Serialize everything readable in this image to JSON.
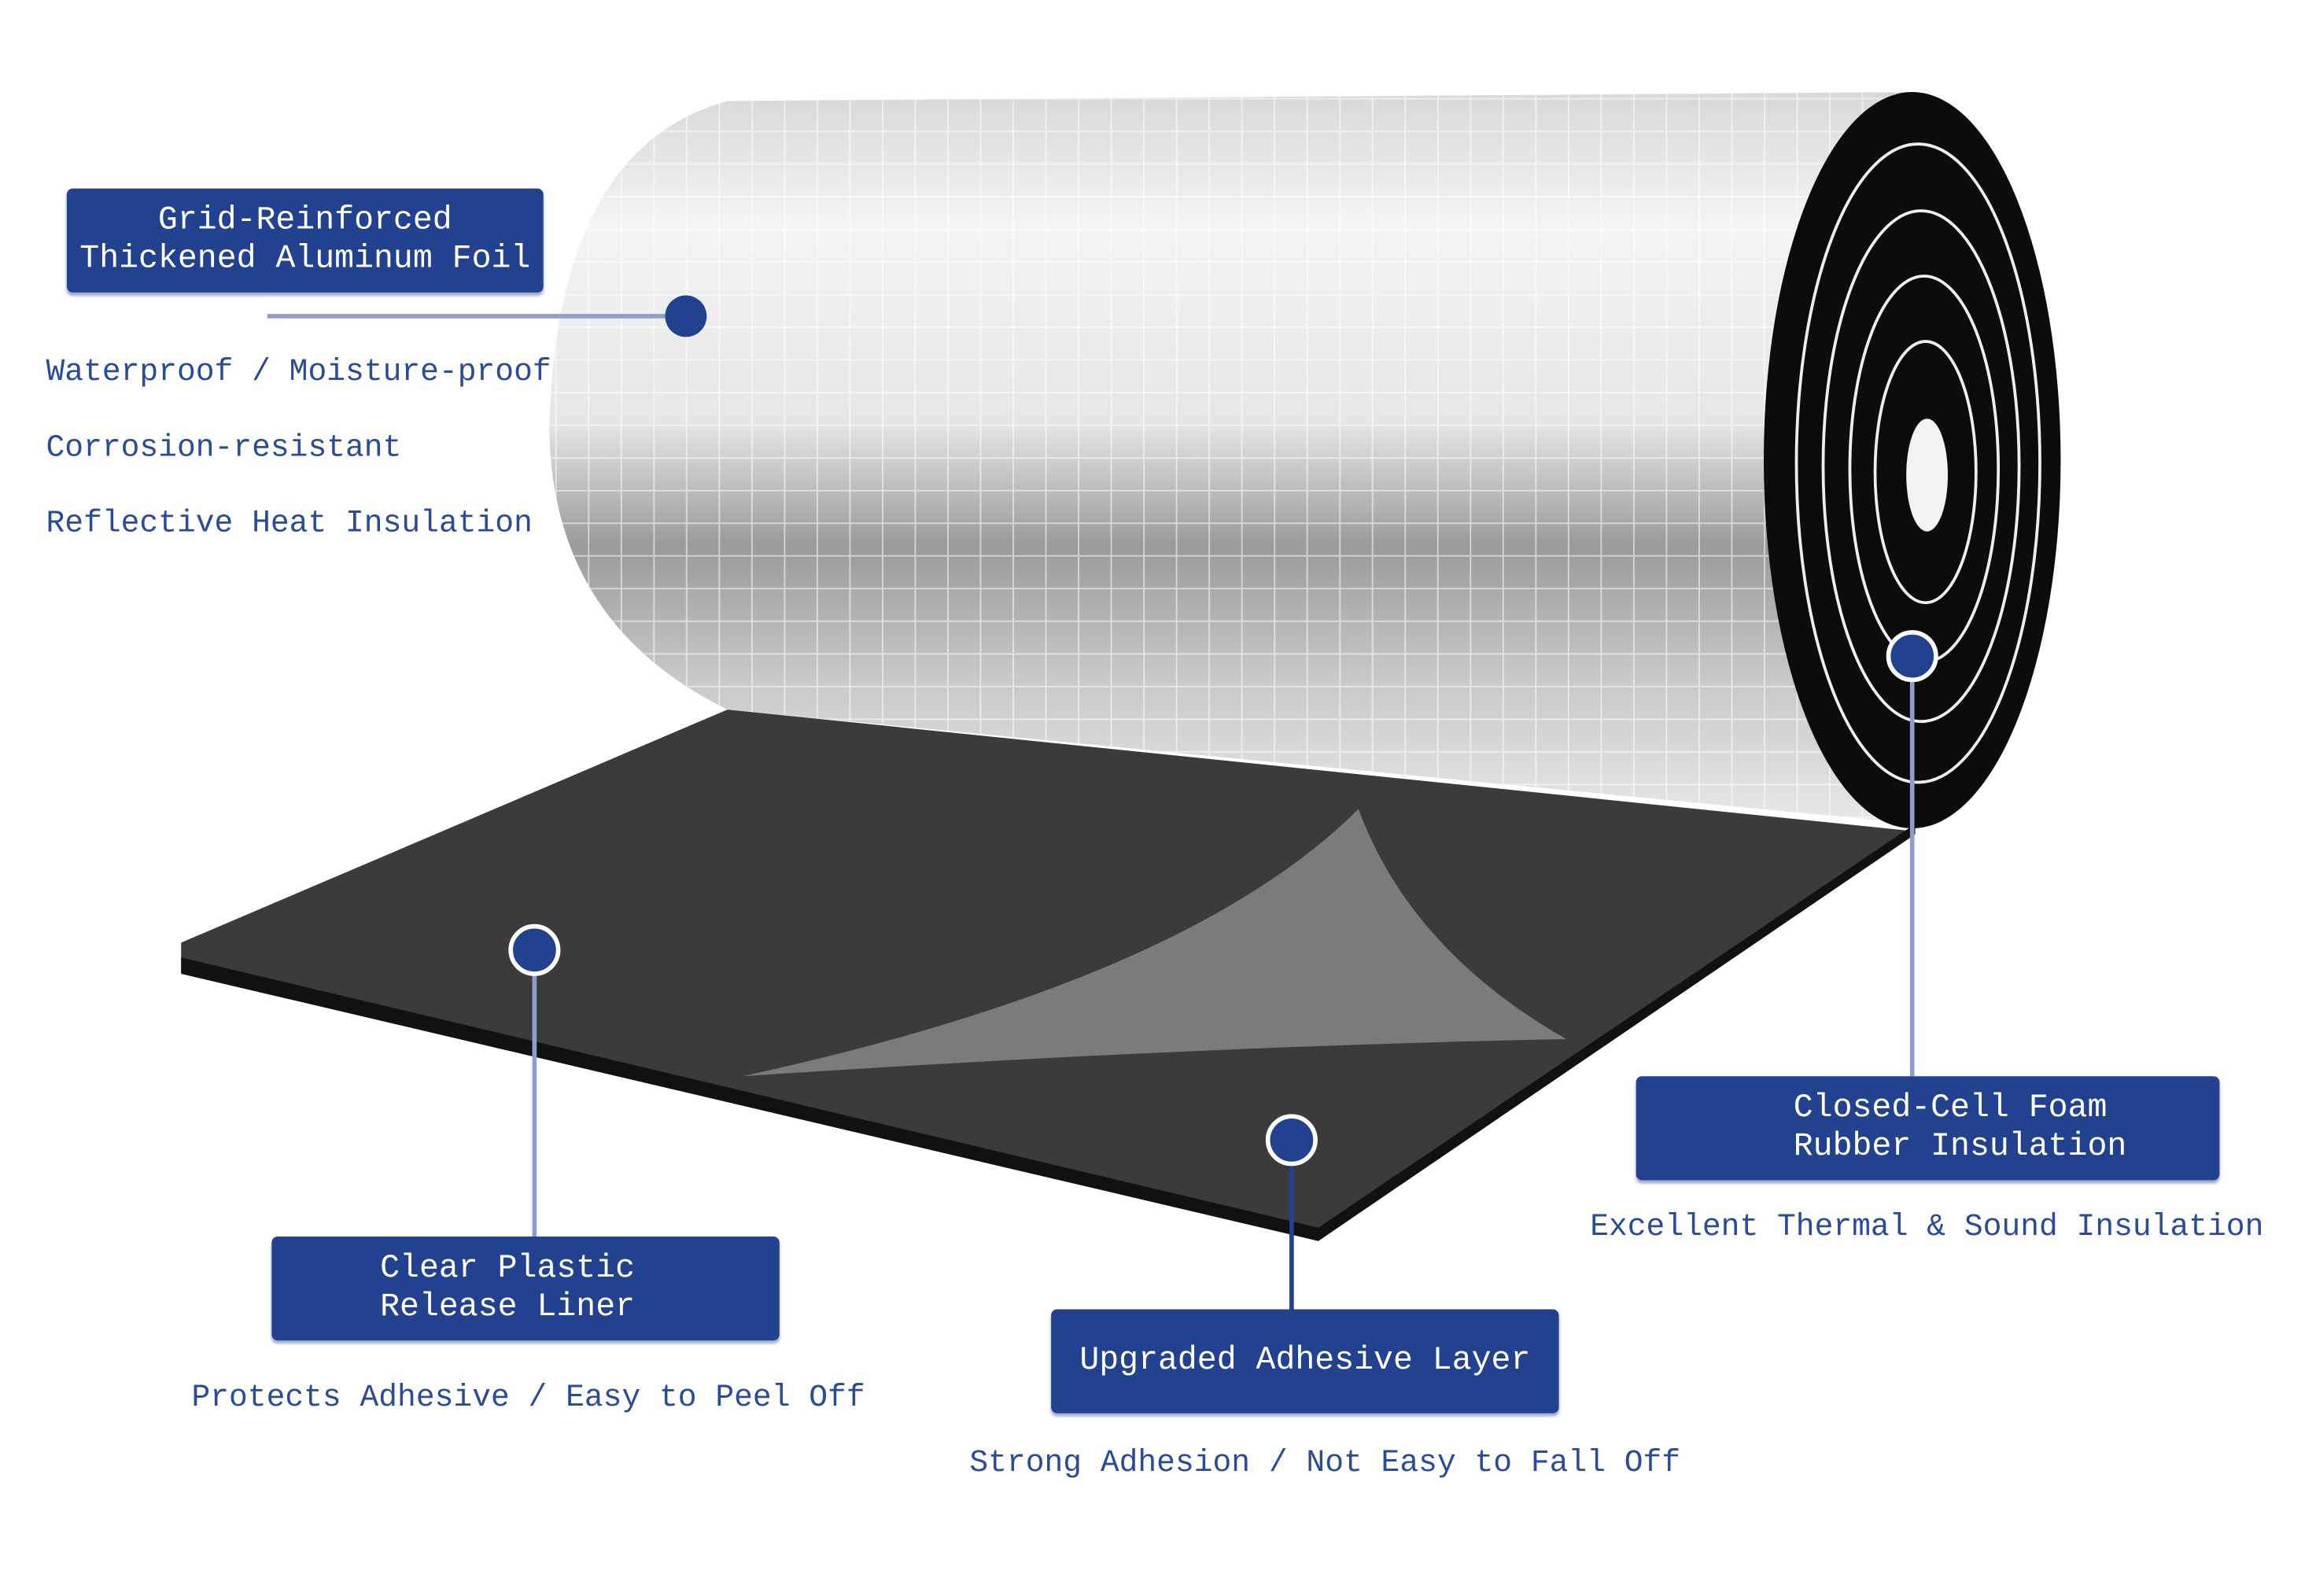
{
  "colors": {
    "label_bg": "#22418e",
    "text": "#2a4a9a",
    "leader_line": "#8e9ecb",
    "sheet": "#3a3a3a",
    "liner": "#7a7a7a"
  },
  "callouts": {
    "foil": {
      "title_lines": [
        "Grid-Reinforced",
        "Thickened Aluminum Foil"
      ],
      "features": [
        "Waterproof / Moisture-proof",
        "Corrosion-resistant",
        "Reflective Heat Insulation"
      ]
    },
    "foam": {
      "title_lines": [
        "Closed-Cell Foam",
        "Rubber Insulation"
      ],
      "features": [
        "Excellent Thermal & Sound Insulation"
      ]
    },
    "liner": {
      "title_lines": [
        "Clear Plastic",
        "Release Liner"
      ],
      "features": [
        "Protects Adhesive / Easy to Peel Off"
      ]
    },
    "adhesive": {
      "title_lines": [
        "Upgraded Adhesive Layer"
      ],
      "features": [
        "Strong Adhesion / Not Easy to Fall Off"
      ]
    }
  }
}
